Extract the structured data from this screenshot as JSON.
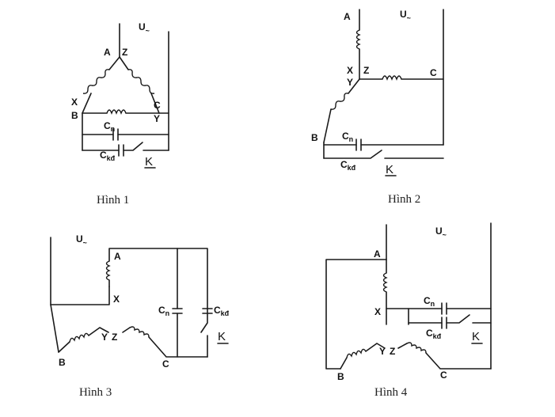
{
  "figures": [
    {
      "caption": "Hình 1",
      "supply": "U",
      "supply_sub": "~",
      "terminals": [
        "A",
        "Z",
        "X",
        "B",
        "C",
        "Y"
      ],
      "cap_run": "C",
      "cap_run_sub": "n",
      "cap_start": "C",
      "cap_start_sub": "kđ",
      "switch": "K"
    },
    {
      "caption": "Hình 2",
      "supply": "U",
      "supply_sub": "~",
      "terminals": [
        "A",
        "X",
        "Z",
        "Y",
        "C",
        "B"
      ],
      "cap_run": "C",
      "cap_run_sub": "n",
      "cap_start": "C",
      "cap_start_sub": "kđ",
      "switch": "K"
    },
    {
      "caption": "Hình 3",
      "supply": "U",
      "supply_sub": "~",
      "terminals": [
        "A",
        "X",
        "Y",
        "Z",
        "B",
        "C"
      ],
      "cap_run": "C",
      "cap_run_sub": "n",
      "cap_start": "C",
      "cap_start_sub": "kđ",
      "switch": "K"
    },
    {
      "caption": "Hình 4",
      "supply": "U",
      "supply_sub": "~",
      "terminals": [
        "A",
        "X",
        "Y",
        "Z",
        "B",
        "C"
      ],
      "cap_run": "C",
      "cap_run_sub": "n",
      "cap_start": "C",
      "cap_start_sub": "kđ",
      "switch": "K"
    }
  ]
}
